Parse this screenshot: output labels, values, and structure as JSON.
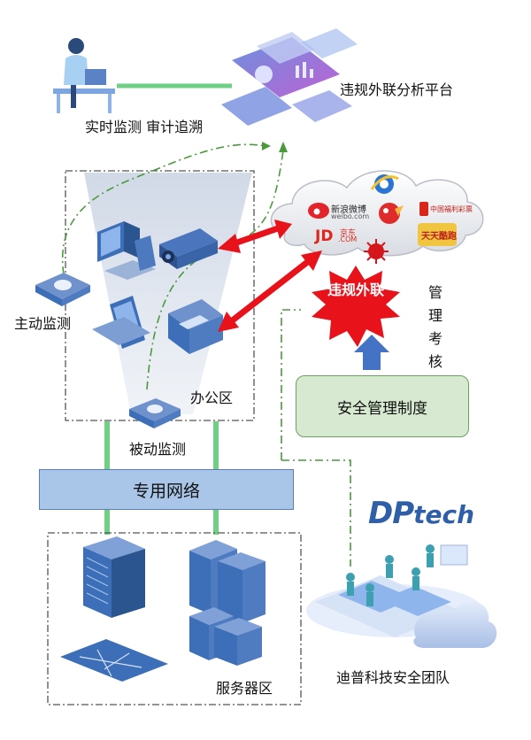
{
  "labels": {
    "platform": "违规外联分析平台",
    "monitor_audit": "实时监测 审计追溯",
    "active_monitor": "主动监测",
    "passive_monitor": "被动监测",
    "office_zone": "办公区",
    "network": "专用网络",
    "server_zone": "服务器区",
    "policy": "安全管理制度",
    "management": "管理考核",
    "violation": "违规外联",
    "team": "迪普科技安全团队"
  },
  "brand": {
    "dp": "DP",
    "tech": "tech"
  },
  "internet_brands": {
    "weibo_cn": "新浪微博",
    "weibo_en": "weibo.com",
    "jd_logo": "JD",
    "jd_cn": "京东",
    "jd_en": ".COM",
    "lottery_cn": "中国福利彩票",
    "game": "天天酷跑"
  },
  "colors": {
    "arrow_red": "#e8121b",
    "policy_fill": "#d7ead1",
    "network_fill": "#a9c6e8",
    "green_link": "#6fcf84",
    "dash_green": "#4a9a3c",
    "device_blue": "#3d6fb8",
    "up_arrow": "#4472c4"
  }
}
